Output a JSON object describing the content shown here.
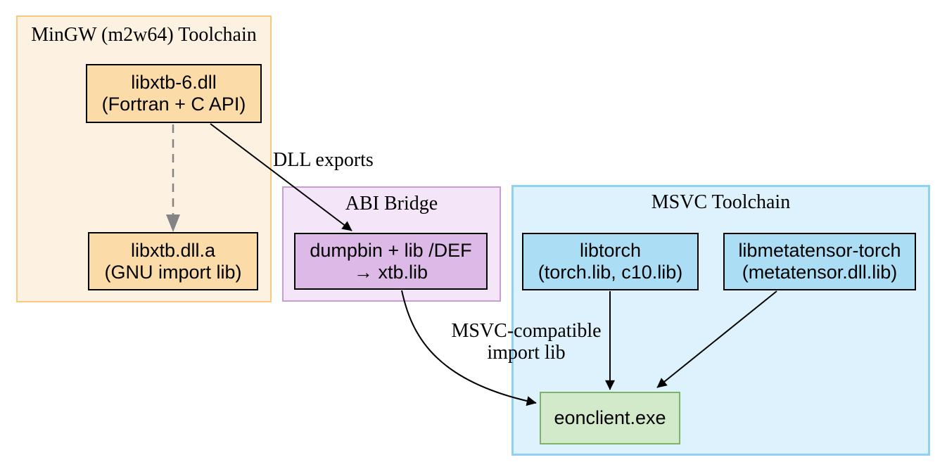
{
  "diagram": {
    "clusters": [
      {
        "id": "mingw",
        "label": "MinGW (m2w64) Toolchain"
      },
      {
        "id": "abi",
        "label": "ABI Bridge"
      },
      {
        "id": "msvc",
        "label": "MSVC Toolchain"
      }
    ],
    "nodes": [
      {
        "id": "libxtb6",
        "cluster": "mingw",
        "line1": "libxtb-6.dll",
        "line2": "(Fortran + C API)"
      },
      {
        "id": "libxtba",
        "cluster": "mingw",
        "line1": "libxtb.dll.a",
        "line2": "(GNU import lib)"
      },
      {
        "id": "dumpbin",
        "cluster": "abi",
        "line1": "dumpbin + lib /DEF",
        "line2": "→ xtb.lib"
      },
      {
        "id": "libtorch",
        "cluster": "msvc",
        "line1": "libtorch",
        "line2": "(torch.lib, c10.lib)"
      },
      {
        "id": "libmetatensor",
        "cluster": "msvc",
        "line1": "libmetatensor-torch",
        "line2": "(metatensor.dll.lib)"
      },
      {
        "id": "eonclient",
        "cluster": "msvc",
        "line1": "eonclient.exe"
      }
    ],
    "edges": [
      {
        "from": "libxtb6",
        "to": "libxtba",
        "style": "dashed",
        "color": "#848484",
        "label": ""
      },
      {
        "from": "libxtb6",
        "to": "dumpbin",
        "style": "solid",
        "color": "#000000",
        "label": "DLL exports"
      },
      {
        "from": "dumpbin",
        "to": "eonclient",
        "style": "solid",
        "color": "#000000",
        "label": "MSVC-compatible import lib"
      },
      {
        "from": "libtorch",
        "to": "eonclient",
        "style": "solid",
        "color": "#000000",
        "label": ""
      },
      {
        "from": "libmetatensor",
        "to": "eonclient",
        "style": "solid",
        "color": "#000000",
        "label": ""
      }
    ],
    "edge_labels": {
      "dll_exports": "DLL exports",
      "msvc_import_line1": "MSVC-compatible",
      "msvc_import_line2": "import lib"
    },
    "colors": {
      "mingw_cluster_fill": "#FDF2E1",
      "mingw_cluster_border": "#F9CA7E",
      "mingw_node_fill": "#FBDCA8",
      "abi_cluster_fill": "#F4E5F8",
      "abi_cluster_border": "#C99CD8",
      "abi_node_fill": "#DCB9E6",
      "msvc_cluster_fill": "#DDF2FC",
      "msvc_cluster_border": "#8DD2F2",
      "msvc_node_fill": "#ABDEF5",
      "exe_node_fill": "#D2E9CA",
      "exe_node_border": "#7DB467",
      "edge_color": "#000000",
      "dashed_edge_color": "#848484",
      "text_color": "#000000"
    }
  }
}
